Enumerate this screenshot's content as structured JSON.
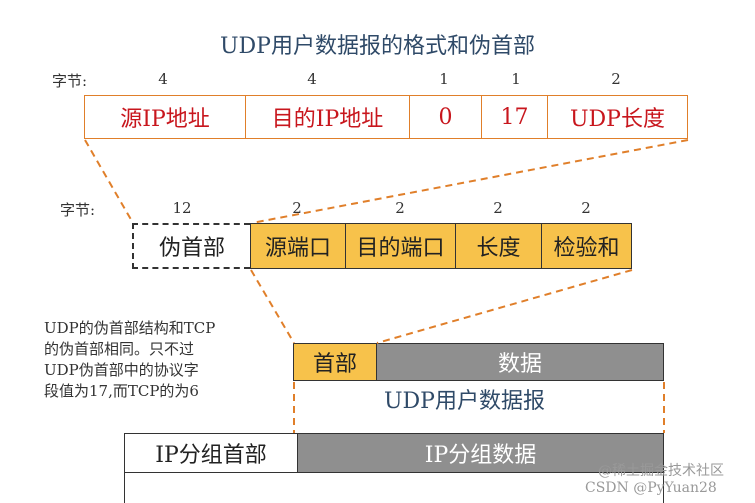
{
  "title": "UDP用户数据报的格式和伪首部",
  "pseudo_header": {
    "bytes_label": "字节:",
    "byte_sizes": [
      "4",
      "4",
      "1",
      "1",
      "2"
    ],
    "fields": [
      "源IP地址",
      "目的IP地址",
      "0",
      "17",
      "UDP长度"
    ]
  },
  "udp_header": {
    "bytes_label": "字节:",
    "byte_sizes": [
      "12",
      "2",
      "2",
      "2",
      "2"
    ],
    "pseudo_label": "伪首部",
    "fields": [
      "源端口",
      "目的端口",
      "长度",
      "检验和"
    ]
  },
  "note_lines": [
    "UDP的伪首部结构和TCP",
    "的伪首部相同。只不过",
    "UDP伪首部中的协议字",
    "段值为17,而TCP的为6"
  ],
  "udp_datagram": {
    "header_label": "首部",
    "data_label": "数据",
    "caption": "UDP用户数据报"
  },
  "ip_datagram": {
    "header_label": "IP分组首部",
    "data_label": "IP分组数据"
  },
  "watermark": "CSDN @PyYuan28",
  "watermark2": "@稀土掘金技术社区",
  "colors": {
    "orange_border": "#e07f2a",
    "yellow_fill": "#f7c24b",
    "gray_fill": "#8f8f8f",
    "red_text": "#c8161d"
  }
}
